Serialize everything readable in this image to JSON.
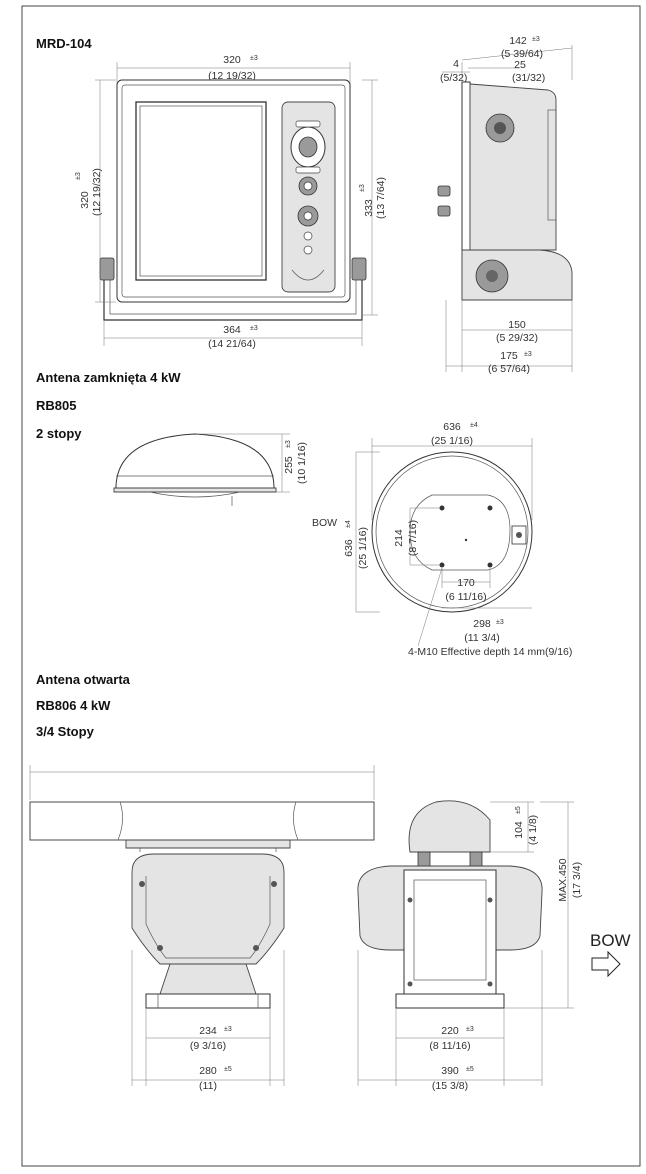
{
  "labels": {
    "model": "MRD-104",
    "closed_title": "Antena zamknięta 4 kW",
    "closed_model": "RB805",
    "closed_size": "2 stopy",
    "open_title": "Antena otwarta",
    "open_model": "RB806  4 kW",
    "open_size": "3/4  Stopy"
  },
  "display_front": {
    "width": "320",
    "width_tol": "±3",
    "width_in": "(12 19/32)",
    "height": "320",
    "height_tol": "±3",
    "height_in": "(12 19/32)",
    "height_right": "333",
    "height_right_tol": "±3",
    "height_right_in": "(13 7/64)",
    "bracket_width": "364",
    "bracket_tol": "±3",
    "bracket_in": "(14 21/64)"
  },
  "display_side": {
    "depth": "142",
    "depth_tol": "±3",
    "depth_in": "(5 39/64)",
    "bezel": "4",
    "bezel_in": "(5/32)",
    "front": "25",
    "front_in": "(31/32)",
    "base": "150",
    "base_in": "(5 29/32)",
    "total": "175",
    "total_tol": "±3",
    "total_in": "(6 57/64)"
  },
  "radome": {
    "height": "255",
    "height_tol": "±3",
    "height_in": "(10 1/16)",
    "diameter": "636",
    "diameter_tol": "±4",
    "diameter_in": "(25 1/16)",
    "side": "636",
    "side_tol": "±4",
    "side_in": "(25 1/16)",
    "bow": "BOW",
    "hole_v": "214",
    "hole_v_in": "(8 7/16)",
    "hole_h": "170",
    "hole_h_in": "(6 11/16)",
    "offset": "298",
    "offset_tol": "±3",
    "offset_in": "(11 3/4)",
    "note": "4-M10 Effective depth 14 mm(9/16)"
  },
  "open_array": {
    "base_inner": "234",
    "base_inner_tol": "±3",
    "base_inner_in": "(9 3/16)",
    "base_outer": "280",
    "base_outer_tol": "±5",
    "base_outer_in": "(11)",
    "side_inner": "220",
    "side_inner_tol": "±3",
    "side_inner_in": "(8 11/16)",
    "side_outer": "390",
    "side_outer_tol": "±5",
    "side_outer_in": "(15 3/8)",
    "top": "104",
    "top_tol": "±5",
    "top_in": "(4 1/8)",
    "max": "MAX.450",
    "max_in": "(17 3/4)",
    "bow": "BOW"
  }
}
